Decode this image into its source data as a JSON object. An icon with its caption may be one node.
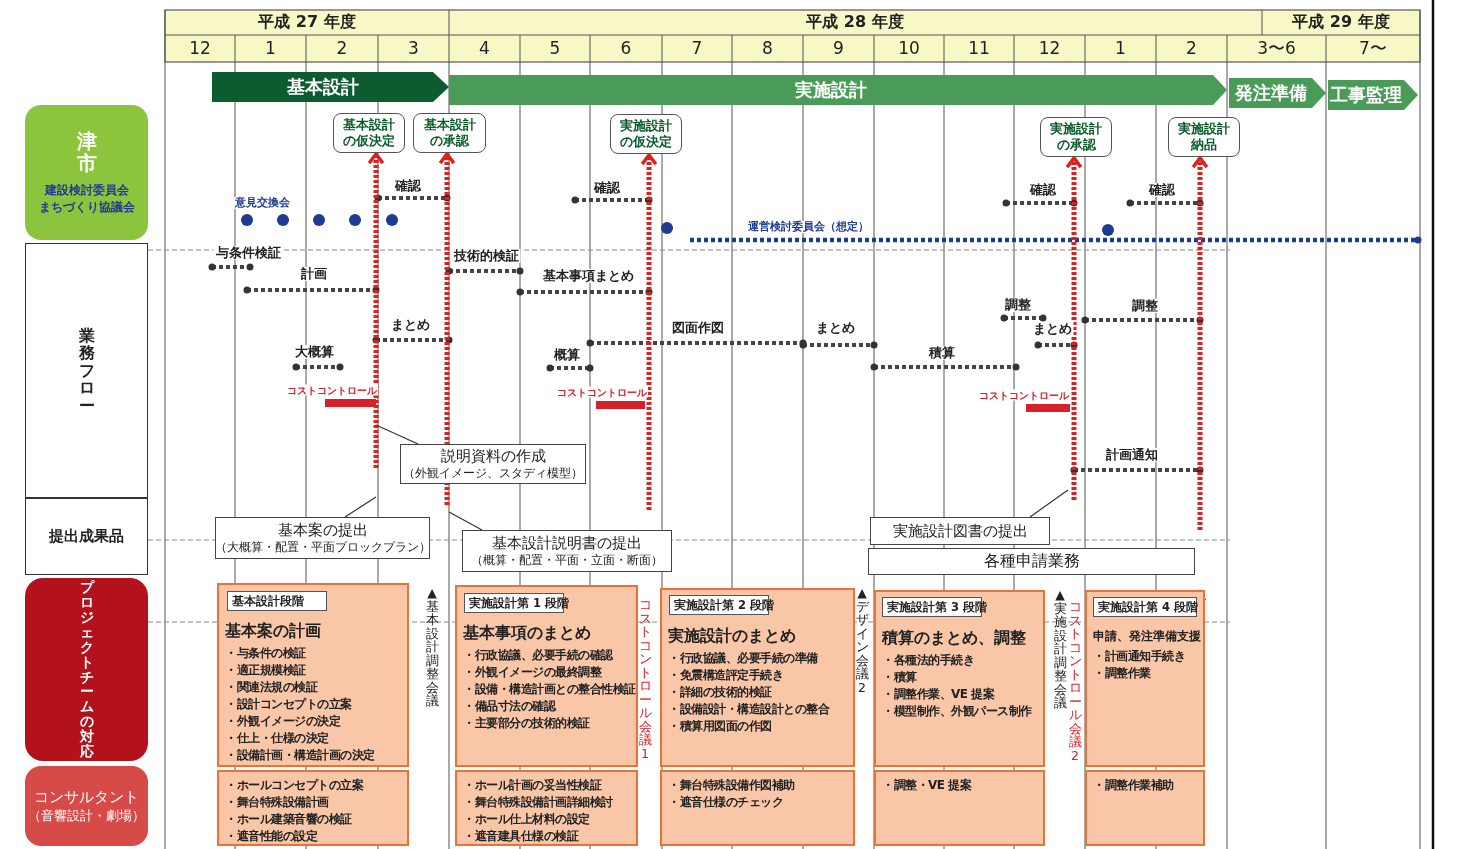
{
  "diagram": {
    "nodes": [
      {
        "text": [
          "基本設計"
        ]
      },
      {
        "text": [
          "実施設計"
        ]
      },
      {
        "text": [
          "発注準備"
        ]
      },
      {
        "text": [
          "工事監理"
        ]
      },
      {
        "text": [
          "津市",
          "建設検討委員会",
          "まちづくり協議会"
        ]
      },
      {
        "text": [
          "業務フロー"
        ]
      },
      {
        "text": [
          "提出成果品"
        ]
      },
      {
        "text": [
          "プロジェクトチームの対応"
        ]
      },
      {
        "text": [
          "コンサルタント",
          "（音響設計・劇場）"
        ]
      },
      {
        "text": [
          "基本設計の仮決定"
        ]
      },
      {
        "text": [
          "基本設計の承認"
        ]
      },
      {
        "text": [
          "実施設計の仮決定"
        ]
      },
      {
        "text": [
          "実施設計の承認"
        ]
      },
      {
        "text": [
          "実施設計納品"
        ]
      },
      {
        "text": [
          "説明資料の作成",
          "（外観イメージ、スタディ模型）"
        ]
      },
      {
        "text": [
          "基本案の提出",
          "（大概算・配置・平面ブロックプラン）"
        ]
      },
      {
        "text": [
          "基本設計説明書の提出",
          "（概算・配置・平面・立面・断面）"
        ]
      },
      {
        "text": [
          "実施設計図書の提出"
        ]
      },
      {
        "text": [
          "各種申請業務"
        ]
      },
      {
        "text": [
          "基本案の計画",
          "・与条件の検証",
          "・適正規模検証",
          "・関連法規の検証",
          "・設計コンセプトの立案",
          "・外観イメージの決定",
          "・仕上・仕様の決定",
          "・設備計画・構造計画の決定"
        ]
      },
      {
        "text": [
          "基本設計段階"
        ],
        "in": 19
      },
      {
        "text": [
          "基本事項のまとめ",
          "・行政協議、必要手続の確認",
          "・外観イメージの最終調整",
          "・設備・構造計画との整合性検証",
          "・備品寸法の確認",
          "・主要部分の技術的検証"
        ]
      },
      {
        "text": [
          "実施設計第 1 段階"
        ],
        "in": 21
      },
      {
        "text": [
          "実施設計のまとめ",
          "・行政協議、必要手続の準備",
          "・免震構造評定手続き",
          "・詳細の技術的検証",
          "・設備設計・構造設計との整合",
          "・積算用図面の作図"
        ]
      },
      {
        "text": [
          "実施設計第 2 段階"
        ],
        "in": 23
      },
      {
        "text": [
          "積算のまとめ、調整",
          "・各種法的手続き",
          "・積算",
          "・調整作業、VE 提案",
          "・模型制作、外観パース制作"
        ]
      },
      {
        "text": [
          "実施設計第 3 段階"
        ],
        "in": 25
      },
      {
        "text": [
          "申請、発注準備支援",
          "・計画通知手続き",
          "・調整作業"
        ]
      },
      {
        "text": [
          "実施設計第 4 段階"
        ],
        "in": 27
      },
      {
        "text": [
          "・ホールコンセプトの立案",
          "・舞台特殊設備計画",
          "・ホール建築音響の検証",
          "・遮音性能の設定"
        ]
      },
      {
        "text": [
          "・ホール計画の妥当性検証",
          "・舞台特殊設備計画詳細検討",
          "・ホール仕上材料の設定",
          "・遮音建具仕様の検証"
        ]
      },
      {
        "text": [
          "・舞台特殊設備作図補助",
          "・遮音仕様のチェック"
        ]
      },
      {
        "text": [
          "・調整・VE 提案"
        ]
      },
      {
        "text": [
          "・調整作業補助"
        ]
      }
    ],
    "edges": [
      {
        "from": null,
        "to": 9,
        "arrow": "to",
        "style": "dashed",
        "color": "#e0201c"
      },
      {
        "from": null,
        "to": 10,
        "arrow": "to",
        "style": "dashed",
        "color": "#e0201c"
      },
      {
        "from": null,
        "to": 11,
        "arrow": "to",
        "style": "dashed",
        "color": "#e0201c"
      },
      {
        "from": null,
        "to": 12,
        "arrow": "to",
        "style": "dashed",
        "color": "#e0201c"
      },
      {
        "from": null,
        "to": 13,
        "arrow": "to",
        "style": "dashed",
        "color": "#e0201c"
      },
      {
        "from": 14,
        "to": null,
        "arrow": "none",
        "color": "#333333"
      },
      {
        "from": 15,
        "to": null,
        "arrow": "none",
        "color": "#333333"
      },
      {
        "from": 16,
        "to": null,
        "arrow": "none",
        "color": "#333333"
      },
      {
        "from": 17,
        "to": null,
        "arrow": "none",
        "color": "#333333"
      }
    ],
    "labels": [
      "平成 27 年度",
      "平成 28 年度",
      "平成 29 年度",
      "12",
      "1",
      "2",
      "3",
      "4",
      "5",
      "6",
      "7",
      "8",
      "9",
      "10",
      "11",
      "12",
      "1",
      "2",
      "3〜6",
      "7〜",
      "確認",
      "確認",
      "確認",
      "確認",
      "意見交換会",
      "運営検討委員会（想定）",
      "与条件検証",
      "計画",
      "技術的検証",
      "基本事項まとめ",
      "まとめ",
      "図面作図",
      "まとめ",
      "大概算",
      "概算",
      "積算",
      "コストコントロール",
      "コストコントロール",
      "コストコントロール",
      "調整",
      "まとめ",
      "調整",
      "計画通知",
      "▲基本設計調整会議",
      "コストコントロール会議1",
      "▲デザイン会議2",
      "▲実施設計調整会議",
      "コストコントロール会議2"
    ]
  }
}
